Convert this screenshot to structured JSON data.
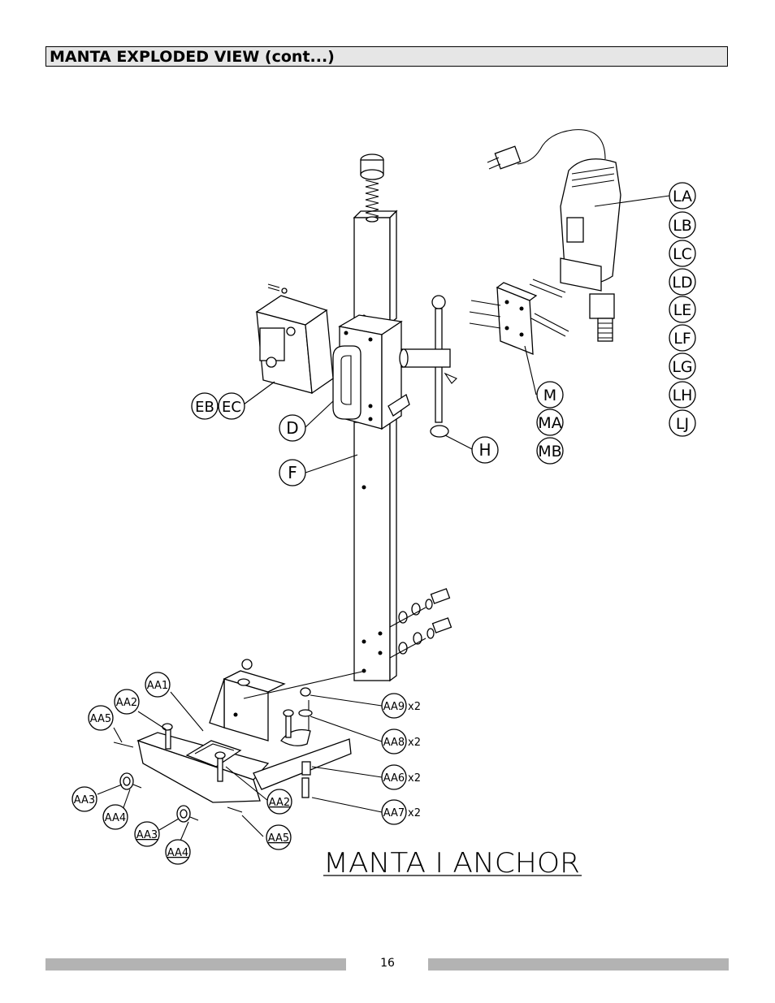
{
  "header": {
    "title": "MANTA EXPLODED VIEW (cont...)"
  },
  "drawing": {
    "caption": "MANTA I ANCHOR",
    "callouts": {
      "LA": "LA",
      "LB": "LB",
      "LC": "LC",
      "LD": "LD",
      "LE": "LE",
      "LF": "LF",
      "LG": "LG",
      "LH": "LH",
      "LJ": "LJ",
      "M": "M",
      "MA": "MA",
      "MB": "MB",
      "H": "H",
      "D": "D",
      "F": "F",
      "EB": "EB",
      "EC": "EC",
      "AA1": "AA1",
      "AA2a": "AA2",
      "AA2b": "AA2",
      "AA5a": "AA5",
      "AA5b": "AA5",
      "AA3a": "AA3",
      "AA3b": "AA3",
      "AA4a": "AA4",
      "AA4b": "AA4",
      "AA6": "AA6",
      "AA7": "AA7",
      "AA8": "AA8",
      "AA9": "AA9"
    },
    "quantities": {
      "AA9": "x2",
      "AA8": "x2",
      "AA6": "x2",
      "AA7": "x2"
    }
  },
  "footer": {
    "page_number": "16"
  }
}
